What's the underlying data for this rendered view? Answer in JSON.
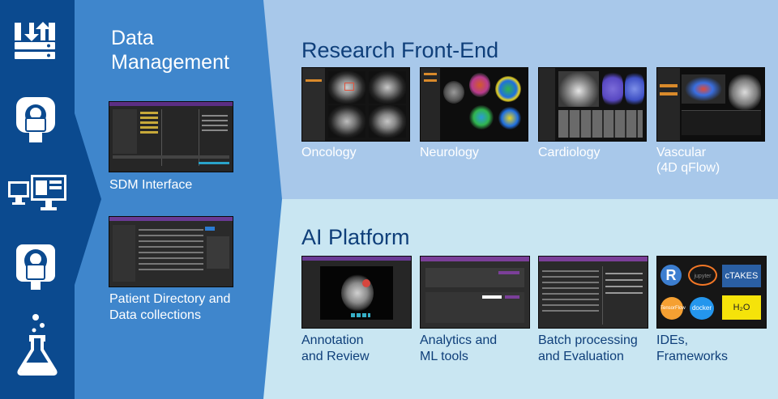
{
  "sidebar": {
    "icons": [
      "data-storage-icon",
      "scanner-icon",
      "workstation-icon",
      "imaging-device-icon",
      "lab-flask-icon"
    ]
  },
  "data_management": {
    "title_line1": "Data",
    "title_line2": "Management",
    "items": [
      {
        "label": "SDM Interface"
      },
      {
        "label_line1": "Patient Directory and",
        "label_line2": "Data collections"
      }
    ]
  },
  "research_frontend": {
    "title": "Research Front-End",
    "items": [
      {
        "label": "Oncology"
      },
      {
        "label": "Neurology"
      },
      {
        "label": "Cardiology"
      },
      {
        "label_line1": "Vascular",
        "label_line2": "(4D qFlow)"
      }
    ]
  },
  "ai_platform": {
    "title": "AI Platform",
    "items": [
      {
        "label_line1": "Annotation",
        "label_line2": "and Review"
      },
      {
        "label_line1": "Analytics and",
        "label_line2": "ML tools"
      },
      {
        "label_line1": "Batch processing",
        "label_line2": "and Evaluation"
      },
      {
        "label_line1": "IDEs,",
        "label_line2": "Frameworks"
      }
    ],
    "logos": {
      "r": "R",
      "jupyter": "jupyter",
      "ctakes": "cTAKES",
      "tensorflow": "TensorFlow",
      "docker": "docker",
      "h2o": "H₂O"
    }
  },
  "colors": {
    "sidebar": "#0b4a8f",
    "data_management": "#3f86cc",
    "research_frontend": "#a8c8ea",
    "ai_platform": "#c9e6f2",
    "heading_text": "#0f3f7a"
  }
}
